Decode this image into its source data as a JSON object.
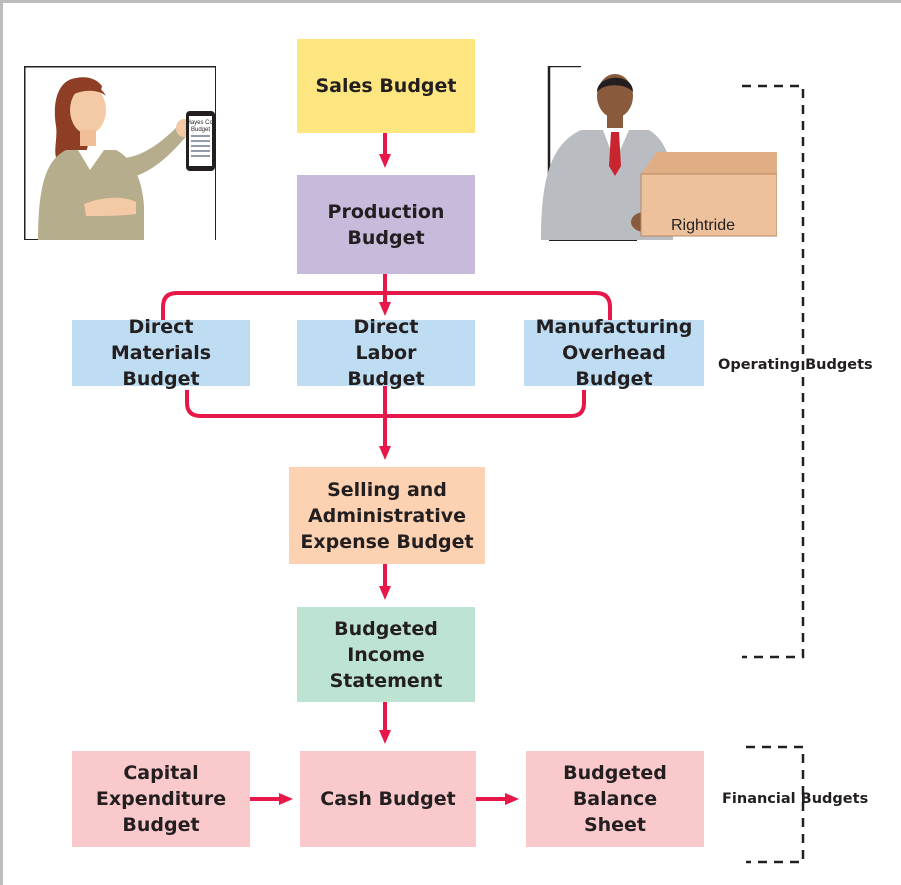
{
  "colors": {
    "arrow": "#e8174a",
    "sales": "#fde57f",
    "production": "#c7badb",
    "direct": "#bedcf2",
    "selling": "#fcd2b2",
    "income": "#bde3d2",
    "financial": "#f9c9cc"
  },
  "boxes": {
    "sales_budget": "Sales Budget",
    "production_budget": "Production\nBudget",
    "direct_materials_budget": "Direct\nMaterials\nBudget",
    "direct_labor_budget": "Direct\nLabor\nBudget",
    "manufacturing_overhead_budget": "Manufacturing\nOverhead\nBudget",
    "selling_admin_expense_budget": "Selling and\nAdministrative\nExpense Budget",
    "budgeted_income_statement": "Budgeted\nIncome\nStatement",
    "capital_expenditure_budget": "Capital\nExpenditure\nBudget",
    "cash_budget": "Cash Budget",
    "budgeted_balance_sheet": "Budgeted\nBalance\nSheet"
  },
  "groups": {
    "operating": "Operating Budgets",
    "financial": "Financial Budgets"
  },
  "illustrations": {
    "tablet_text_line1": "Hayes Co.",
    "tablet_text_line2": "Budget",
    "box_text": "Rightride"
  }
}
